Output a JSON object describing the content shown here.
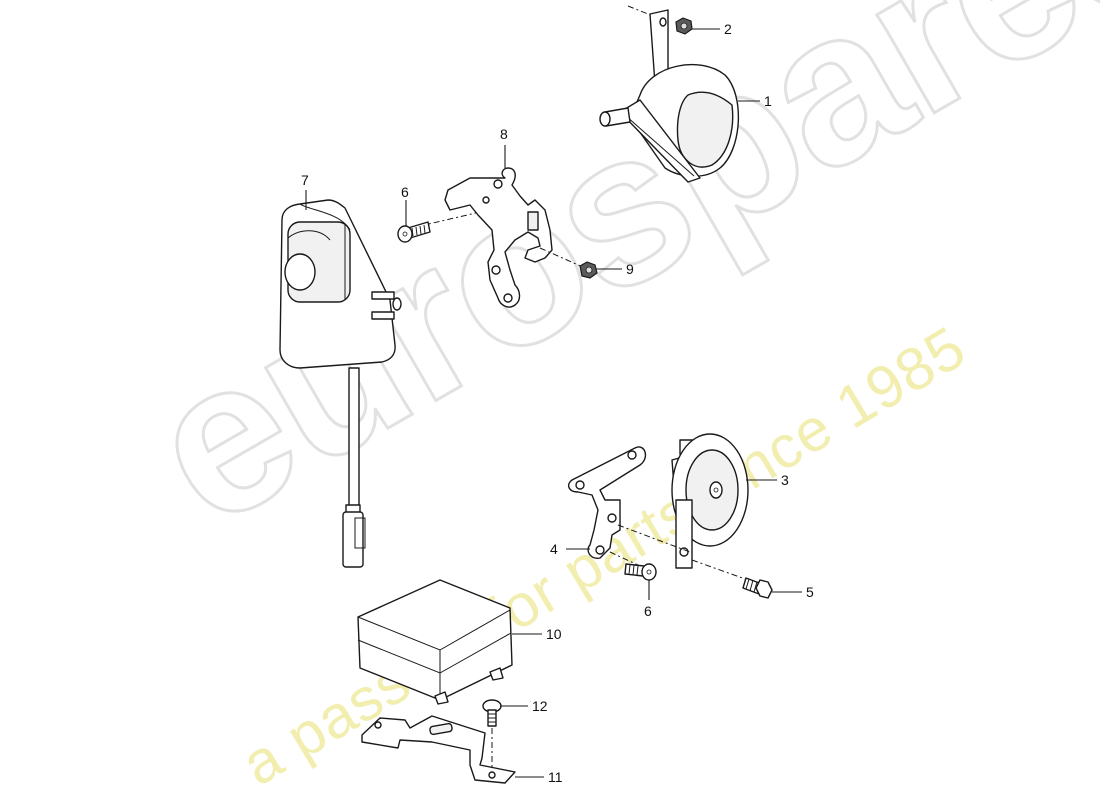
{
  "watermark": {
    "logo_text": "eurospares",
    "tagline": "a passion for parts since 1985",
    "logo_color": "#c8c8c8",
    "tagline_color": "#eee896"
  },
  "diagram": {
    "type": "exploded parts diagram",
    "line_color": "#1a1a1a",
    "background": "#ffffff"
  },
  "callouts": [
    {
      "number": "1",
      "part": "horn (large, snail type)"
    },
    {
      "number": "2",
      "part": "hex flange nut"
    },
    {
      "number": "3",
      "part": "horn (disc type)"
    },
    {
      "number": "4",
      "part": "horn bracket"
    },
    {
      "number": "5",
      "part": "hex bolt"
    },
    {
      "number": "6",
      "part": "screw"
    },
    {
      "number": "6",
      "part": "screw"
    },
    {
      "number": "7",
      "part": "alarm siren with cable and connector"
    },
    {
      "number": "8",
      "part": "mounting bracket"
    },
    {
      "number": "9",
      "part": "hex flange nut"
    },
    {
      "number": "10",
      "part": "control unit"
    },
    {
      "number": "11",
      "part": "control unit bracket"
    },
    {
      "number": "12",
      "part": "screw"
    }
  ]
}
